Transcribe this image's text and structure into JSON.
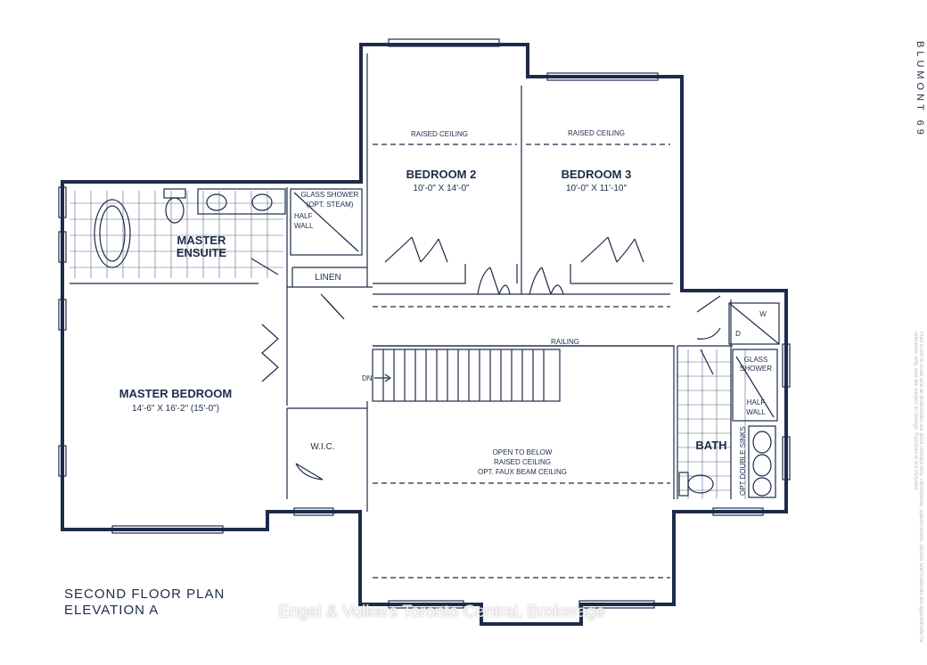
{
  "brand": "BLUMONT 69",
  "caption": {
    "line1": "SECOND FLOOR PLAN",
    "line2": "ELEVATION A"
  },
  "watermark": "Engel & Volkers Toronto Central, Brokerage",
  "disclaimer": "Plan is not to scale and all illustrations are artist concept only. Dimensions, specifications, layouts and materials are approximate for reference only, and are subject to change. Furniture is not included.",
  "rooms": {
    "bedroom2": {
      "name": "BEDROOM 2",
      "size": "10'-0\" X 14'-0\"",
      "ceiling": "RAISED CEILING"
    },
    "bedroom3": {
      "name": "BEDROOM 3",
      "size": "10'-0\" X 11'-10\"",
      "ceiling": "RAISED CEILING"
    },
    "master_bedroom": {
      "name": "MASTER BEDROOM",
      "size": "14'-6\" X 16'-2\" (15'-0\")"
    },
    "master_ensuite": {
      "name1": "MASTER",
      "name2": "ENSUITE"
    },
    "linen": "LINEN",
    "wic": "W.I.C.",
    "bath": "BATH",
    "open_to_below": {
      "line1": "OPEN TO BELOW",
      "line2": "RAISED CEILING",
      "line3": "OPT. FAUX BEAM CEILING"
    }
  },
  "notes": {
    "glass_shower_steam1": "GLASS SHOWER",
    "glass_shower_steam2": "(OPT. STEAM)",
    "half_wall1a": "HALF",
    "half_wall1b": "WALL",
    "railing": "RAILING",
    "dn": "DN",
    "glass_shower2a": "GLASS",
    "glass_shower2b": "SHOWER",
    "half_wall2a": "HALF",
    "half_wall2b": "WALL",
    "opt_double_sinks": "OPT DOUBLE SINKS",
    "laundry_w": "W",
    "laundry_d": "D"
  }
}
